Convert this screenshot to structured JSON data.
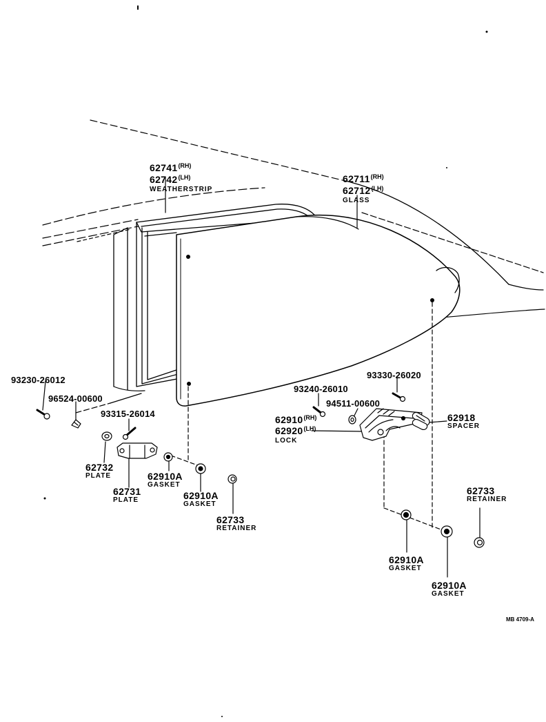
{
  "diagram": {
    "parts": {
      "weatherstrip": {
        "num_rh": "62741",
        "side_rh": "(RH)",
        "num_lh": "62742",
        "side_lh": "(LH)",
        "name": "WEATHERSTRIP"
      },
      "glass": {
        "num_rh": "62711",
        "side_rh": "(RH)",
        "num_lh": "62712",
        "side_lh": "(LH)",
        "name": "GLASS"
      },
      "screw_93230": {
        "num": "93230-26012"
      },
      "nut_96524": {
        "num": "96524-00600"
      },
      "screw_93315": {
        "num": "93315-26014"
      },
      "plate_62732": {
        "num": "62732",
        "name": "PLATE"
      },
      "plate_62731": {
        "num": "62731",
        "name": "PLATE"
      },
      "gasket_a": {
        "num": "62910A",
        "name": "GASKET"
      },
      "gasket_b": {
        "num": "62910A",
        "name": "GASKET"
      },
      "retainer_a": {
        "num": "62733",
        "name": "RETAINER"
      },
      "screw_93240": {
        "num": "93240-26010"
      },
      "washer_94511": {
        "num": "94511-00600"
      },
      "screw_93330": {
        "num": "93330-26020"
      },
      "lock": {
        "num_rh": "62910",
        "side_rh": "(RH)",
        "num_lh": "62920",
        "side_lh": "(LH)",
        "name": "LOCK"
      },
      "spacer": {
        "num": "62918",
        "name": "SPACER"
      },
      "retainer_b": {
        "num": "62733",
        "name": "RETAINER"
      },
      "gasket_c": {
        "num": "62910A",
        "name": "GASKET"
      },
      "gasket_d": {
        "num": "62910A",
        "name": "GASKET"
      }
    },
    "figure_ref": "MB 4709-A"
  }
}
